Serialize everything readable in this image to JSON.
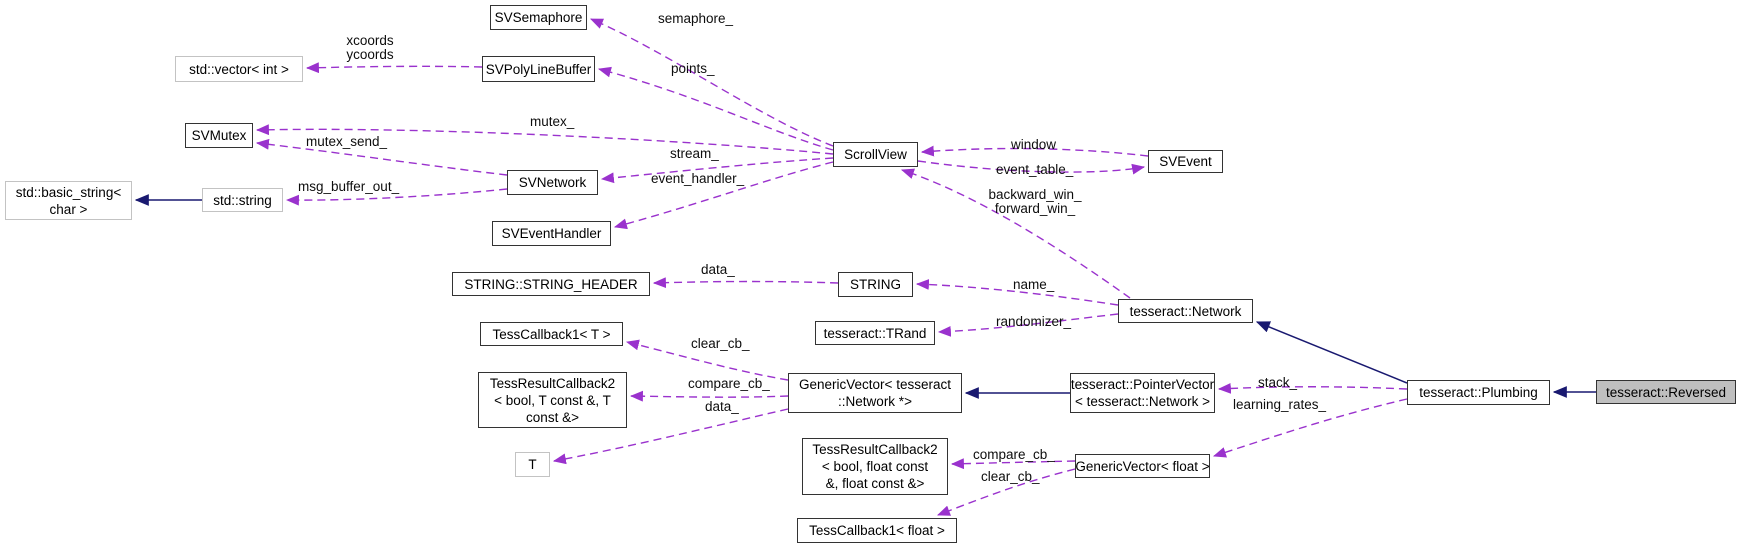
{
  "diagram": {
    "colors": {
      "usage_edge": "#9a32cd",
      "inheritance_edge": "#191970",
      "node_border": "#333333",
      "external_node_border": "#c3c3c3",
      "current_node_fill": "#bfbfbf",
      "background": "#ffffff",
      "text": "#000000"
    },
    "nodes": {
      "sv_semaphore": {
        "label": "SVSemaphore"
      },
      "sv_poly_line_buffer": {
        "label": "SVPolyLineBuffer"
      },
      "std_vector_int": {
        "label": "std::vector< int >"
      },
      "sv_mutex": {
        "label": "SVMutex"
      },
      "sv_network": {
        "label": "SVNetwork"
      },
      "std_basic_string": {
        "lines": [
          "std::basic_string<",
          "char >"
        ]
      },
      "std_string": {
        "label": "std::string"
      },
      "sv_event_handler": {
        "label": "SVEventHandler"
      },
      "string_header": {
        "label": "STRING::STRING_HEADER"
      },
      "string": {
        "label": "STRING"
      },
      "tess_callback1_t": {
        "label": "TessCallback1< T >"
      },
      "trand": {
        "label": "tesseract::TRand"
      },
      "tess_result_callback2_t": {
        "lines": [
          "TessResultCallback2",
          "< bool, T const &, T",
          "const &>"
        ]
      },
      "generic_vector_network": {
        "lines": [
          "GenericVector< tesseract",
          "::Network *>"
        ]
      },
      "t": {
        "label": "T"
      },
      "tess_result_callback2_float": {
        "lines": [
          "TessResultCallback2",
          "< bool, float const",
          "&, float const &>"
        ]
      },
      "tess_callback1_float": {
        "label": "TessCallback1< float >"
      },
      "generic_vector_float": {
        "label": "GenericVector< float >"
      },
      "pointer_vector": {
        "lines": [
          "tesseract::PointerVector",
          "< tesseract::Network >"
        ]
      },
      "scroll_view": {
        "label": "ScrollView"
      },
      "sv_event": {
        "label": "SVEvent"
      },
      "network": {
        "label": "tesseract::Network"
      },
      "plumbing": {
        "label": "tesseract::Plumbing"
      },
      "reversed": {
        "label": "tesseract::Reversed"
      }
    },
    "edge_labels": {
      "semaphore": "semaphore_",
      "points": "points_",
      "xcoords": "xcoords",
      "ycoords": "ycoords",
      "mutex": "mutex_",
      "mutex_send": "mutex_send_",
      "stream": "stream_",
      "msg_buffer_out": "msg_buffer_out_",
      "event_handler": "event_handler_",
      "window": "window",
      "event_table": "event_table_",
      "backward_win": "backward_win_",
      "forward_win": "forward_win_",
      "data_string": "data_",
      "name": "name_",
      "randomizer": "randomizer_",
      "clear_cb_t": "clear_cb_",
      "compare_cb_t": "compare_cb_",
      "data_t": "data_",
      "stack": "stack_",
      "learning_rates": "learning_rates_",
      "compare_cb_float": "compare_cb_",
      "clear_cb_float": "clear_cb_"
    }
  }
}
